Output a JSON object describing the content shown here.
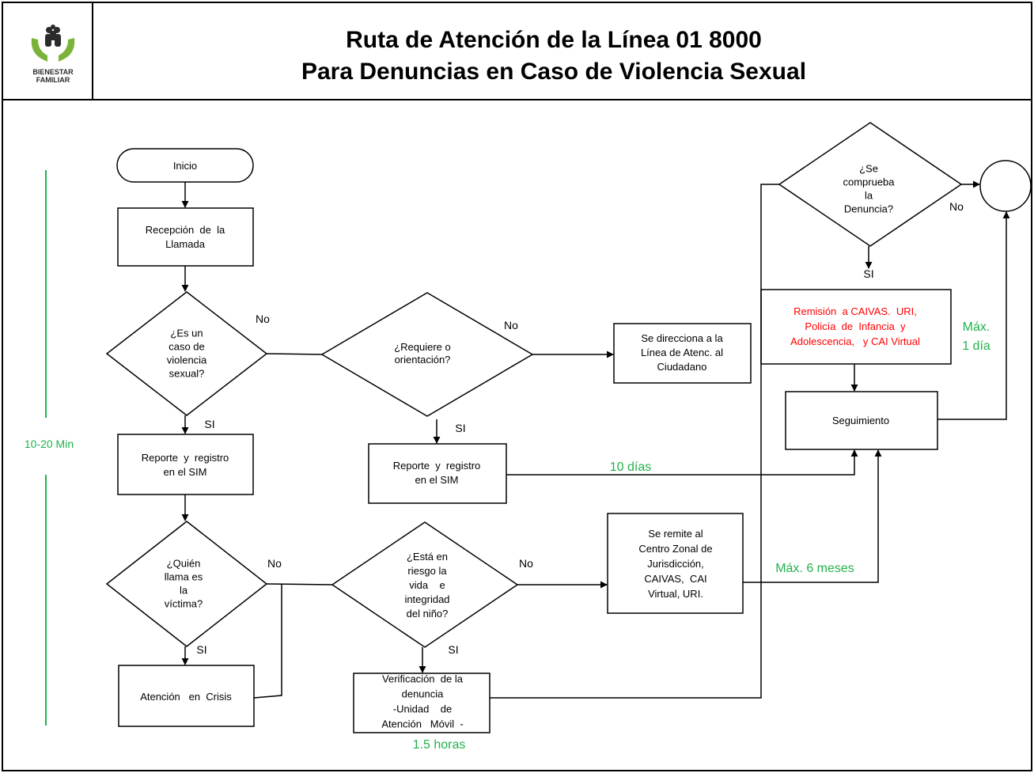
{
  "header": {
    "title_line1": "Ruta de Atención de la Línea 01 8000",
    "title_line2": "Para Denuncias en Caso de Violencia Sexual",
    "logo_text_line1": "BIENESTAR",
    "logo_text_line2": "FAMILIAR"
  },
  "colors": {
    "green": "#21b24b",
    "red": "#ff0000",
    "logo_green": "#7bb339",
    "logo_dark": "#2b2b2b"
  },
  "nodes": {
    "inicio": [
      "Inicio"
    ],
    "recepcion": [
      "Recepción  de  la",
      "Llamada"
    ],
    "es_caso": [
      "¿Es un",
      "caso de",
      "violencia",
      "sexual?"
    ],
    "requiere": [
      "¿Requiere o",
      "orientación?"
    ],
    "direcciona": [
      "Se direcciona a la",
      "Línea de Atenc. al",
      "Ciudadano"
    ],
    "reporte1": [
      "Reporte  y  registro",
      "en el SIM"
    ],
    "reporte2": [
      "Reporte  y  registro",
      "en el SIM"
    ],
    "quien": [
      "¿Quién",
      "llama es",
      "la",
      "víctima?"
    ],
    "esta_riesgo": [
      "¿Está en",
      "riesgo la",
      "vida    e",
      "integridad",
      "del niño?"
    ],
    "remite": [
      "Se remite al",
      "Centro Zonal de",
      "Jurisdicción,",
      "CAIVAS,  CAI",
      "Virtual, URI."
    ],
    "atencion_crisis": [
      "Atención   en  Crisis"
    ],
    "verificacion": [
      "Verificación  de la",
      "denuncia",
      "-Unidad    de",
      "Atención   Móvil  -"
    ],
    "comprueba": [
      "¿Se",
      "comprueba",
      "la",
      "Denuncia?"
    ],
    "remision": [
      "Remisión  a CAIVAS.  URI,",
      "Policía  de  Infancia  y",
      "Adolescencia,   y CAI Virtual"
    ],
    "seguimiento": [
      "Seguimiento"
    ]
  },
  "labels": {
    "no": "No",
    "si": "SI",
    "time_total": "10-20 Min",
    "time_10dias": "10 días",
    "time_6meses": "Máx. 6 meses",
    "time_1dia_line1": "Máx.",
    "time_1dia_line2": "1 día",
    "time_15horas": "1.5 horas"
  }
}
